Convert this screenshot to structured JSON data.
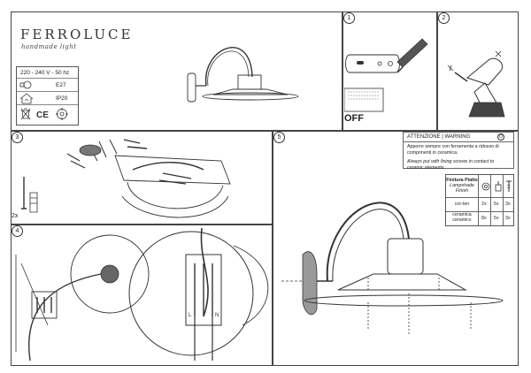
{
  "brand": {
    "name": "FERROLUCE",
    "tagline": "handmade light"
  },
  "specs": {
    "voltage": "220 - 240 V - 50 hz",
    "socket": "E27",
    "protection": "IP20"
  },
  "steps": [
    "1",
    "2",
    "3",
    "4",
    "5"
  ],
  "step1": {
    "switch_label": "OFF"
  },
  "step3": {
    "quantity": "2x"
  },
  "warning": {
    "title": "ATTENZIONE | WARNING",
    "circle": "O",
    "it": "Apporre sempre con ferramenta a ridosso di componenti in ceramica.",
    "en": "Always put with fixing screws in contact to ceramic elements."
  },
  "finish_table": {
    "header": [
      "Finitura Piatto",
      "Lampshade Finish"
    ],
    "rows": [
      {
        "finish": "cor-ten",
        "values": [
          "2x",
          "5x",
          "3x"
        ]
      },
      {
        "finish": "ceramica ceramics",
        "values": [
          "8x",
          "5x",
          "3x"
        ]
      }
    ]
  },
  "wiring_labels": [
    "L",
    "N"
  ]
}
